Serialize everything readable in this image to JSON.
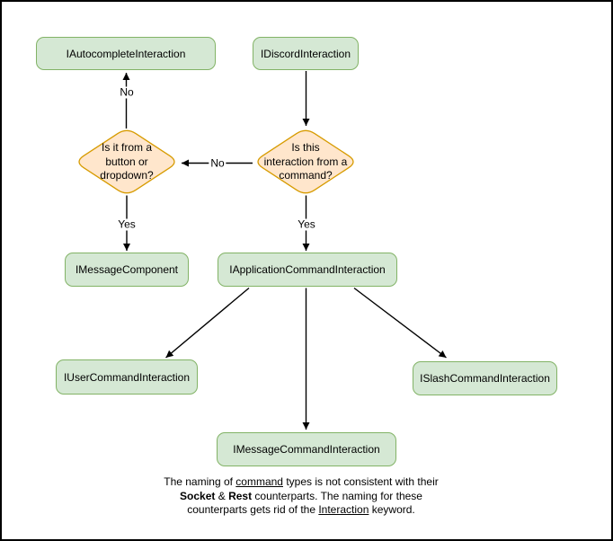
{
  "diagram": {
    "nodes": {
      "autocomplete": {
        "label": "IAutocompleteInteraction"
      },
      "discord": {
        "label": "IDiscordInteraction"
      },
      "message_component": {
        "label": "IMessageComponent"
      },
      "application_command": {
        "label": "IApplicationCommandInteraction"
      },
      "user_command": {
        "label": "IUserCommandInteraction"
      },
      "slash_command": {
        "label": "ISlashCommandInteraction"
      },
      "message_command": {
        "label": "IMessageCommandInteraction"
      }
    },
    "decisions": {
      "button_dropdown": {
        "lines": [
          "Is it from a",
          "button or",
          "dropdown?"
        ]
      },
      "from_command": {
        "lines": [
          "Is this",
          "interaction from a",
          "command?"
        ]
      }
    },
    "edge_labels": {
      "no_top": "No",
      "no_mid": "No",
      "yes_left": "Yes",
      "yes_right": "Yes"
    },
    "colors": {
      "node_fill": "#d5e8d4",
      "node_stroke": "#82b366",
      "decision_fill": "#ffe6cc",
      "decision_stroke": "#d79b00",
      "arrow": "#000000",
      "background": "#ffffff",
      "border": "#000000"
    },
    "footer": {
      "line1_pre": "The naming of ",
      "line1_underline": "command",
      "line1_post": " types is not consistent with their",
      "line2_bold1": "Socket",
      "line2_mid": " & ",
      "line2_bold2": "Rest",
      "line2_post": " counterparts. The naming for these",
      "line3_pre": "counterparts gets rid of the ",
      "line3_underline": "Interaction",
      "line3_post": " keyword."
    }
  }
}
